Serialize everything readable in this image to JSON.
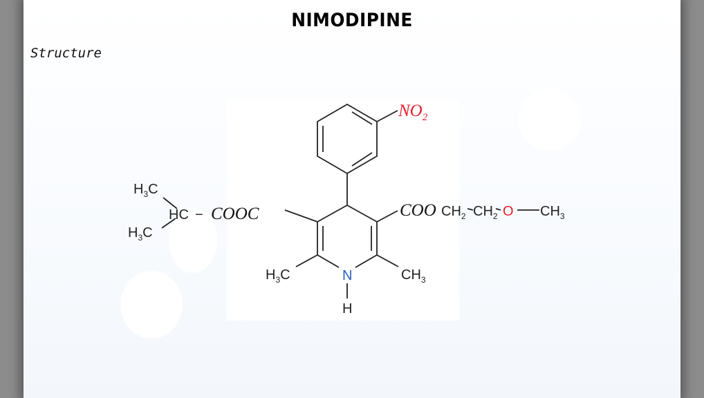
{
  "slide": {
    "title": "NIMODIPINE",
    "section_label": "Structure"
  },
  "molecule": {
    "nitro": "NO",
    "nitro_sub": "2",
    "h3c_a": "H",
    "h3c_a_sub": "3",
    "h3c_a_c": "C",
    "hc": "HC",
    "dash": "−",
    "cooc": "COOC",
    "h3c_b": "H",
    "h3c_b_sub": "3",
    "h3c_b_c": "C",
    "coo": "COO",
    "ch2_a": "CH",
    "ch2_a_sub": "2",
    "ch2_b": "CH",
    "ch2_b_sub": "2",
    "oxygen": "O",
    "ch3_end": "CH",
    "ch3_end_sub": "3",
    "ring_h3c": "H",
    "ring_h3c_sub": "3",
    "ring_h3c_c": "C",
    "nitrogen": "N",
    "ring_ch3": "CH",
    "ring_ch3_sub": "3",
    "hydrogen": "H"
  },
  "colors": {
    "nitro": "#e8202a",
    "nitrogen": "#2b5fb4",
    "oxygen": "#e8202a"
  }
}
